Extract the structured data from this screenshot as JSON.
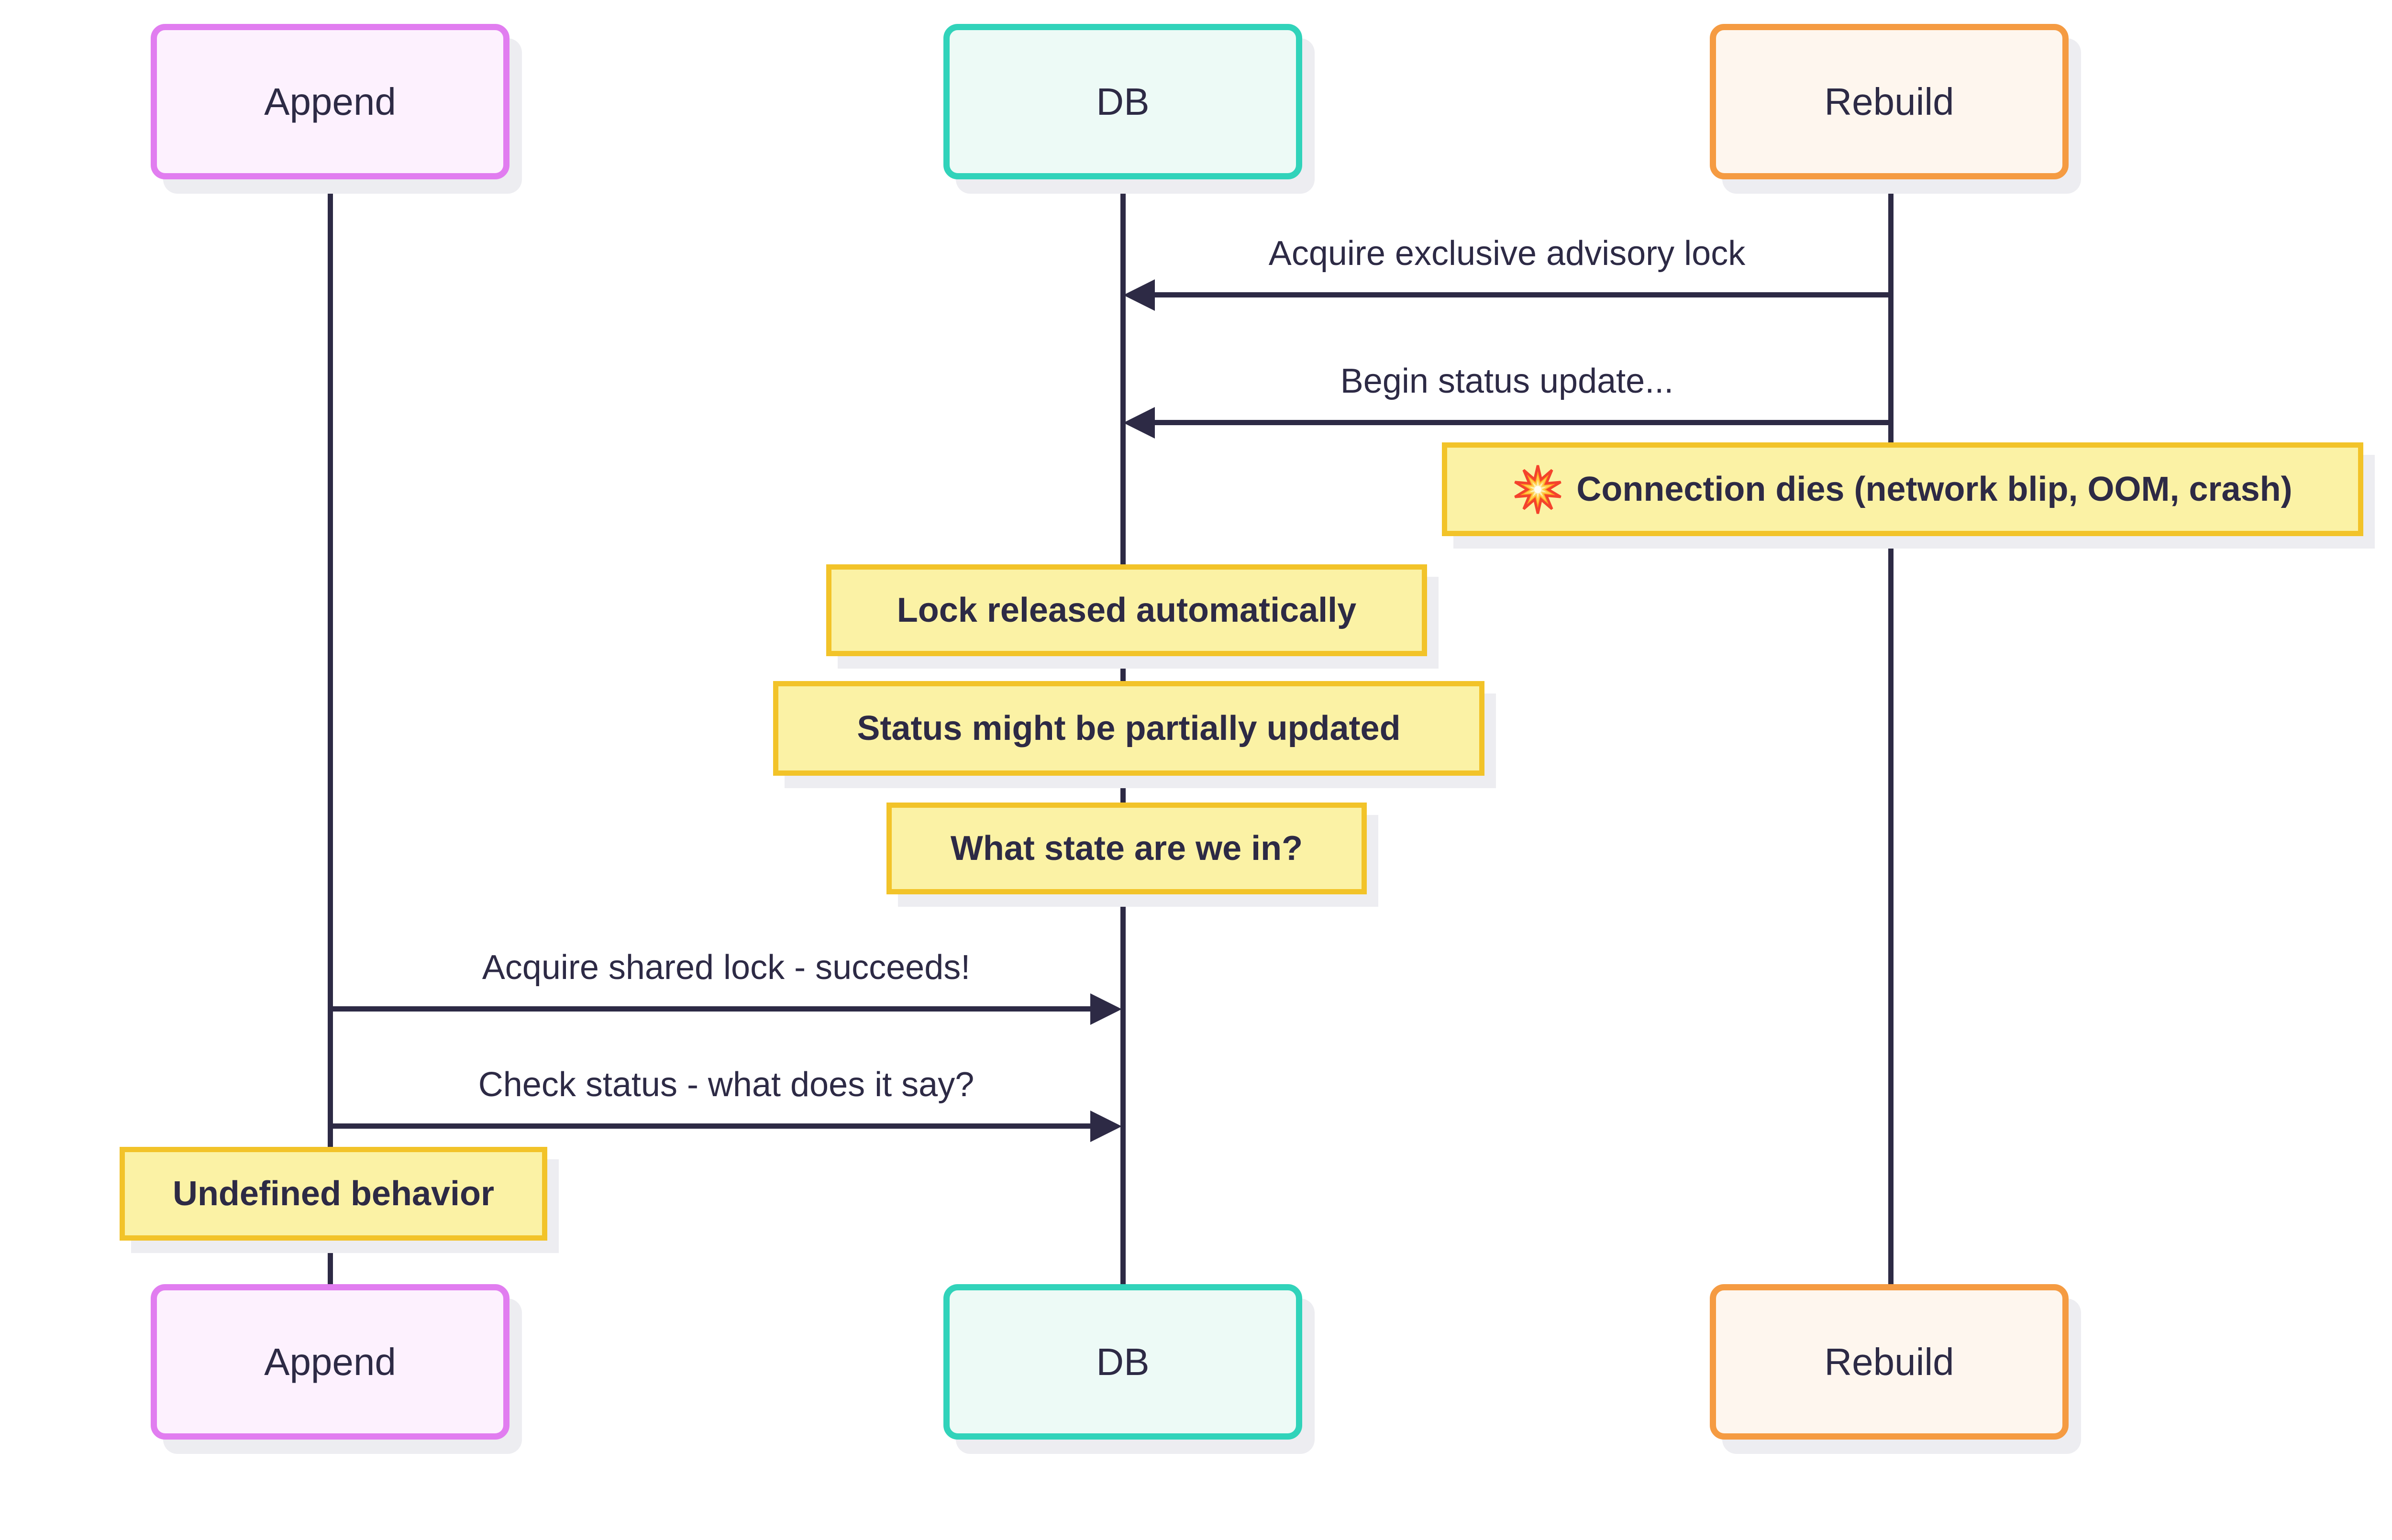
{
  "diagram_type": "sequence-diagram",
  "participants": [
    {
      "label": "Append"
    },
    {
      "label": "DB"
    },
    {
      "label": "Rebuild"
    }
  ],
  "messages": [
    {
      "from": "Rebuild",
      "to": "DB",
      "label": "Acquire exclusive advisory lock"
    },
    {
      "from": "Rebuild",
      "to": "DB",
      "label": "Begin status update..."
    },
    {
      "from": "Append",
      "to": "DB",
      "label": "Acquire shared lock - succeeds!"
    },
    {
      "from": "Append",
      "to": "DB",
      "label": "Check status - what does it say?"
    }
  ],
  "notes": [
    {
      "over": "Rebuild",
      "icon": "explosion-icon",
      "label": "Connection dies (network blip, OOM, crash)"
    },
    {
      "over": "DB",
      "label": "Lock released automatically"
    },
    {
      "over": "DB",
      "label": "Status might be partially updated"
    },
    {
      "over": "DB",
      "label": "What state are we in?"
    },
    {
      "over": "Append",
      "label": "Undefined behavior"
    }
  ],
  "colors": {
    "background": "#ffffff",
    "line": "#2d2a45",
    "text": "#2d2a45",
    "append_border": "#e17df0",
    "append_fill": "#fdf1fe",
    "db_border": "#31d3ba",
    "db_fill": "#edfaf6",
    "rebuild_border": "#f59b42",
    "rebuild_fill": "#fef6ee",
    "note_border": "#f2c329",
    "note_fill": "#fbf2a5",
    "shadow": "#ededf1"
  }
}
